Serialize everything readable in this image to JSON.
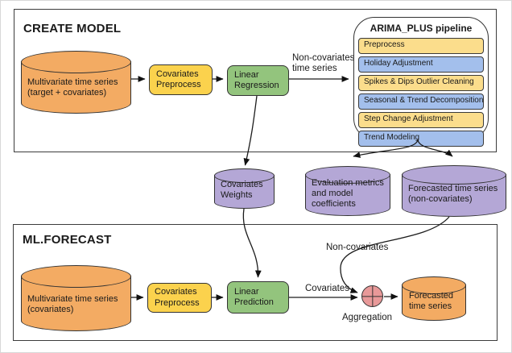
{
  "colors": {
    "orange": "#F3AB63",
    "yellow_process": "#FBD24D",
    "yellow_pipeline_step": "#FBDD8C",
    "blue_pipeline_step": "#A3BFEC",
    "green": "#93C47D",
    "purple": "#B4A7D6",
    "pink_aggregation": "#E89999",
    "border": "#333333"
  },
  "create_model": {
    "title": "CREATE MODEL",
    "input_db": "Multivariate time series\n(target + covariates)",
    "preprocess": "Covariates\nPreprocess",
    "regression": "Linear\nRegression",
    "arrow_label": "Non-covariates\ntime series"
  },
  "arima_pipeline": {
    "title": "ARIMA_PLUS pipeline",
    "steps": [
      {
        "label": "Preprocess",
        "color": "yellow"
      },
      {
        "label": "Holiday Adjustment",
        "color": "blue"
      },
      {
        "label": "Spikes & Dips Outlier Cleaning",
        "color": "yellow"
      },
      {
        "label": "Seasonal & Trend Decomposition",
        "color": "blue"
      },
      {
        "label": "Step Change Adjustment",
        "color": "yellow"
      },
      {
        "label": "Trend Modeling",
        "color": "blue"
      }
    ]
  },
  "outputs": {
    "covariates_weights": "Covariates\nWeights",
    "evaluation": "Evaluation metrics\nand model\ncoefficients",
    "forecast_noncovariates": "Forecasted time series\n(non-covariates)"
  },
  "ml_forecast": {
    "title": "ML.FORECAST",
    "input_db": "Multivariate time series\n(covariates)",
    "preprocess": "Covariates\nPreprocess",
    "prediction": "Linear\nPrediction",
    "covariates_label": "Covariates",
    "noncovariates_label": "Non-covariates",
    "aggregation_label": "Aggregation",
    "output_db": "Forecasted\ntime series"
  }
}
